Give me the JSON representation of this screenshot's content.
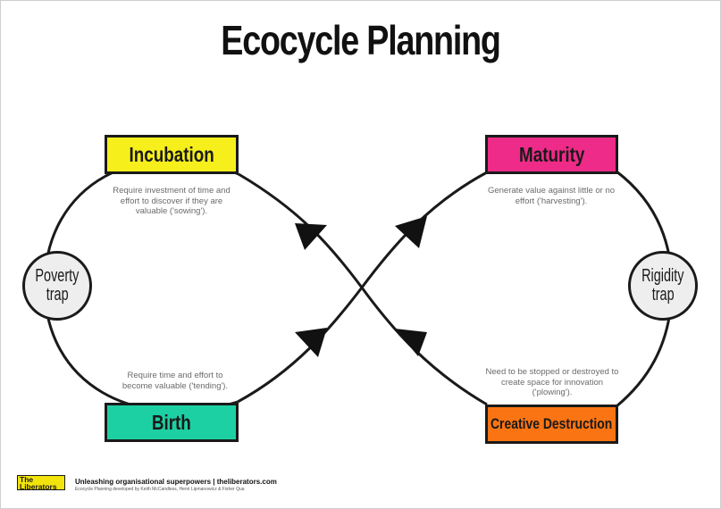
{
  "title": "Ecocycle Planning",
  "stages": {
    "incubation": {
      "label": "Incubation",
      "color": "#f7ef1c",
      "desc": "Require investment of time and effort to discover if they are valuable ('sowing')."
    },
    "maturity": {
      "label": "Maturity",
      "color": "#ee2b88",
      "desc": "Generate value against little or no effort ('harvesting')."
    },
    "birth": {
      "label": "Birth",
      "color": "#1dd0a4",
      "desc": "Require time and effort to become valuable ('tending')."
    },
    "creative_destruction": {
      "label": "Creative Destruction",
      "color": "#fb7413",
      "desc": "Need to be stopped or destroyed to create space for innovation ('plowing')."
    }
  },
  "traps": {
    "poverty": {
      "line1": "Poverty",
      "line2": "trap"
    },
    "rigidity": {
      "line1": "Rigidity",
      "line2": "trap"
    }
  },
  "footer": {
    "logo_line1": "The",
    "logo_line2": "Liberators",
    "tagline": "Unleashing organisational superpowers | theliberators.com",
    "credit": "Ecocycle Planning developed by Keith McCandless, Henri Lipmanowicz & Fisher Qua"
  }
}
